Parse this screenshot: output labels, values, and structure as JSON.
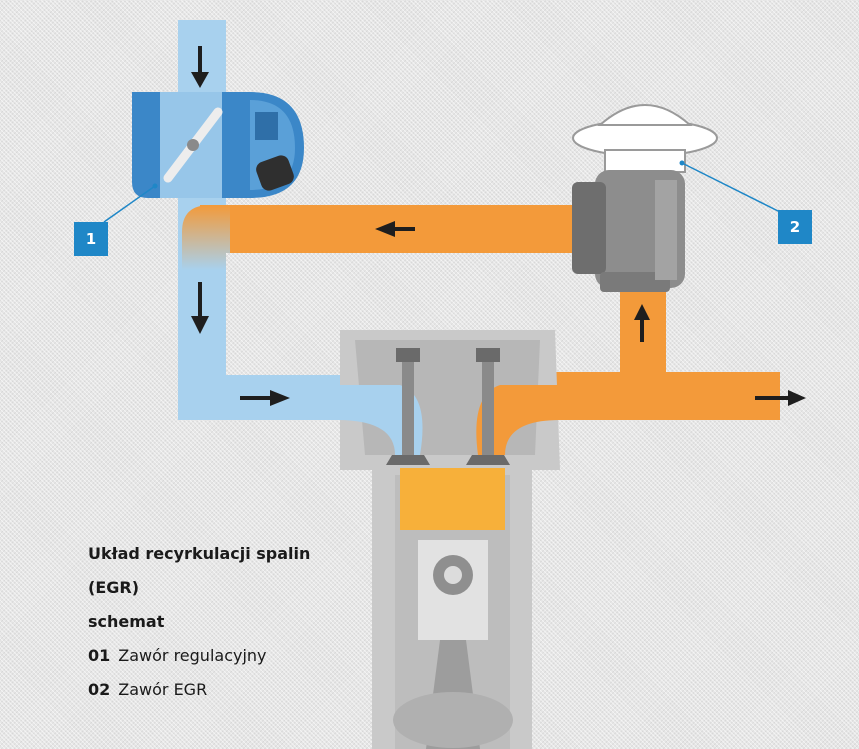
{
  "colors": {
    "fresh_air": "#a8d1ee",
    "exhaust": "#f39a3a",
    "combustion": "#f7b03a",
    "throttle_body": "#3b87c8",
    "egr_valve_body": "#8d8d8d",
    "engine": "#c9c9c9",
    "marker_bg": "#1f87c7",
    "arrow": "#1e1e1e"
  },
  "markers": [
    {
      "label": "1"
    },
    {
      "label": "2"
    }
  ],
  "caption": {
    "title_line1": "Układ recyrkulacji spalin",
    "title_line2": "(EGR)",
    "title_line3": "schemat",
    "items": [
      {
        "num": "01",
        "text": "Zawór regulacyjny"
      },
      {
        "num": "02",
        "text": "Zawór EGR"
      }
    ]
  },
  "icons": [
    "flow-arrow-icon",
    "throttle-plate-icon",
    "sensor-icon"
  ]
}
